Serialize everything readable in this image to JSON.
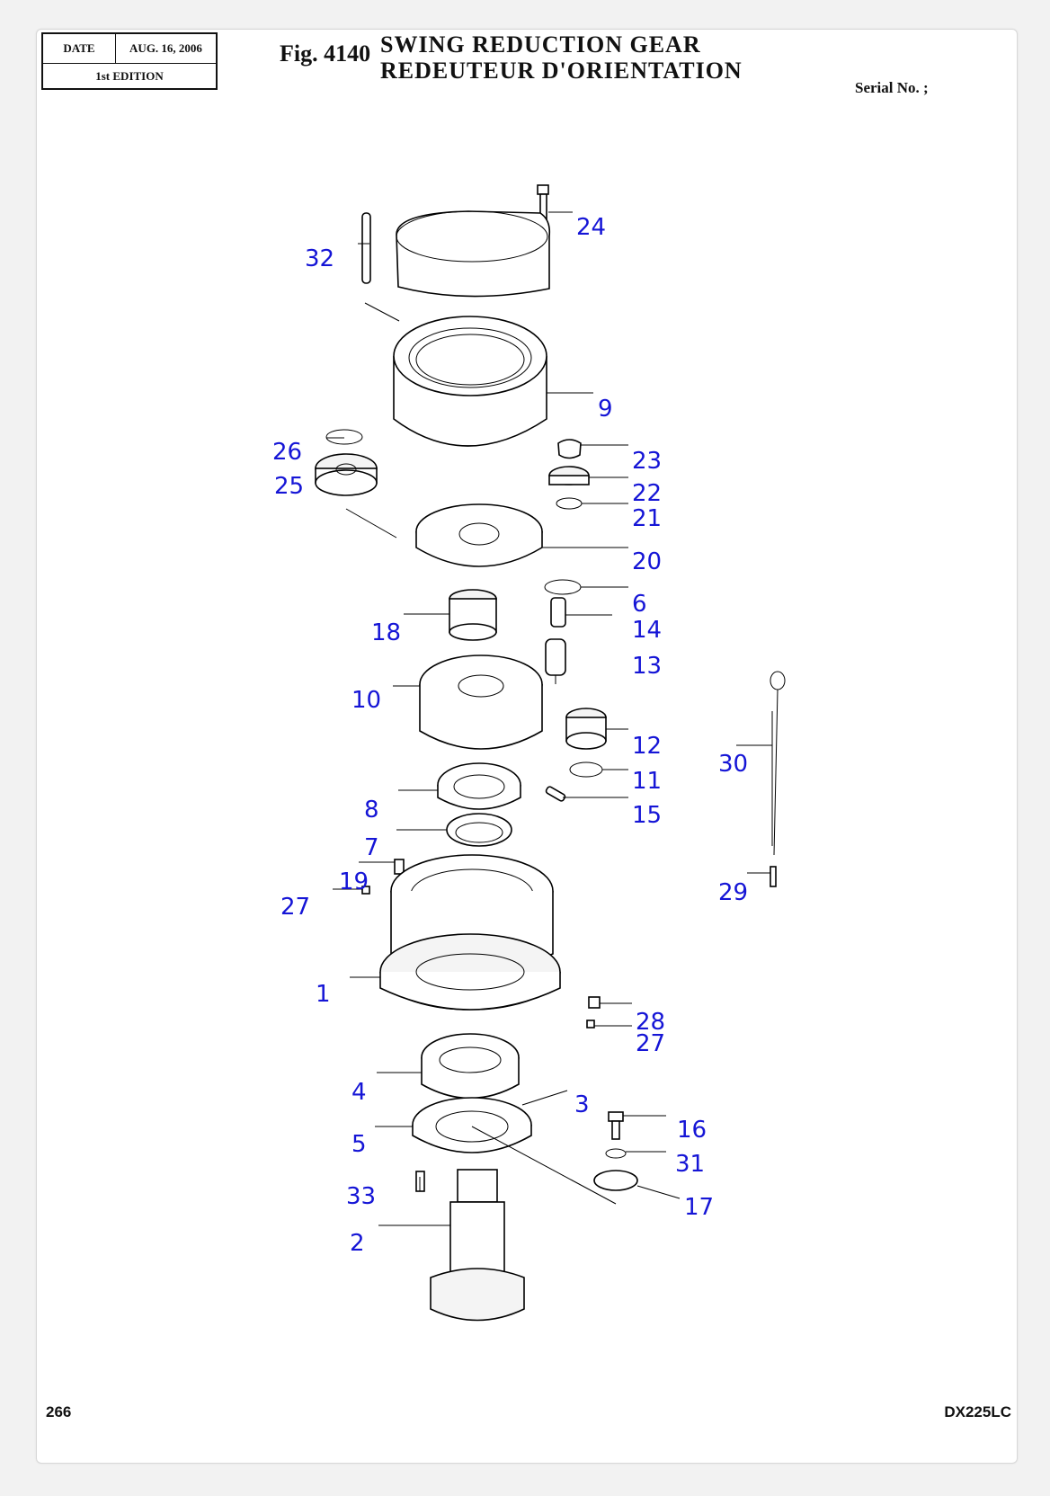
{
  "header": {
    "date_label": "DATE",
    "date_value": "AUG. 16, 2006",
    "edition": "1st EDITION",
    "figure_number": "Fig. 4140",
    "title_en": "SWING REDUCTION GEAR",
    "title_fr": "REDEUTEUR D'ORIENTATION",
    "serial_label": "Serial No. ;"
  },
  "footer": {
    "page_number": "266",
    "model": "DX225LC"
  },
  "colors": {
    "callout": "#1515d6",
    "line": "#000000",
    "page": "#ffffff"
  },
  "callouts": [
    "32",
    "24",
    "9",
    "26",
    "25",
    "23",
    "22",
    "21",
    "20",
    "6",
    "14",
    "18",
    "13",
    "10",
    "12",
    "11",
    "15",
    "8",
    "7",
    "30",
    "19",
    "27",
    "29",
    "1",
    "28",
    "27",
    "4",
    "3",
    "16",
    "5",
    "31",
    "33",
    "17",
    "2"
  ]
}
